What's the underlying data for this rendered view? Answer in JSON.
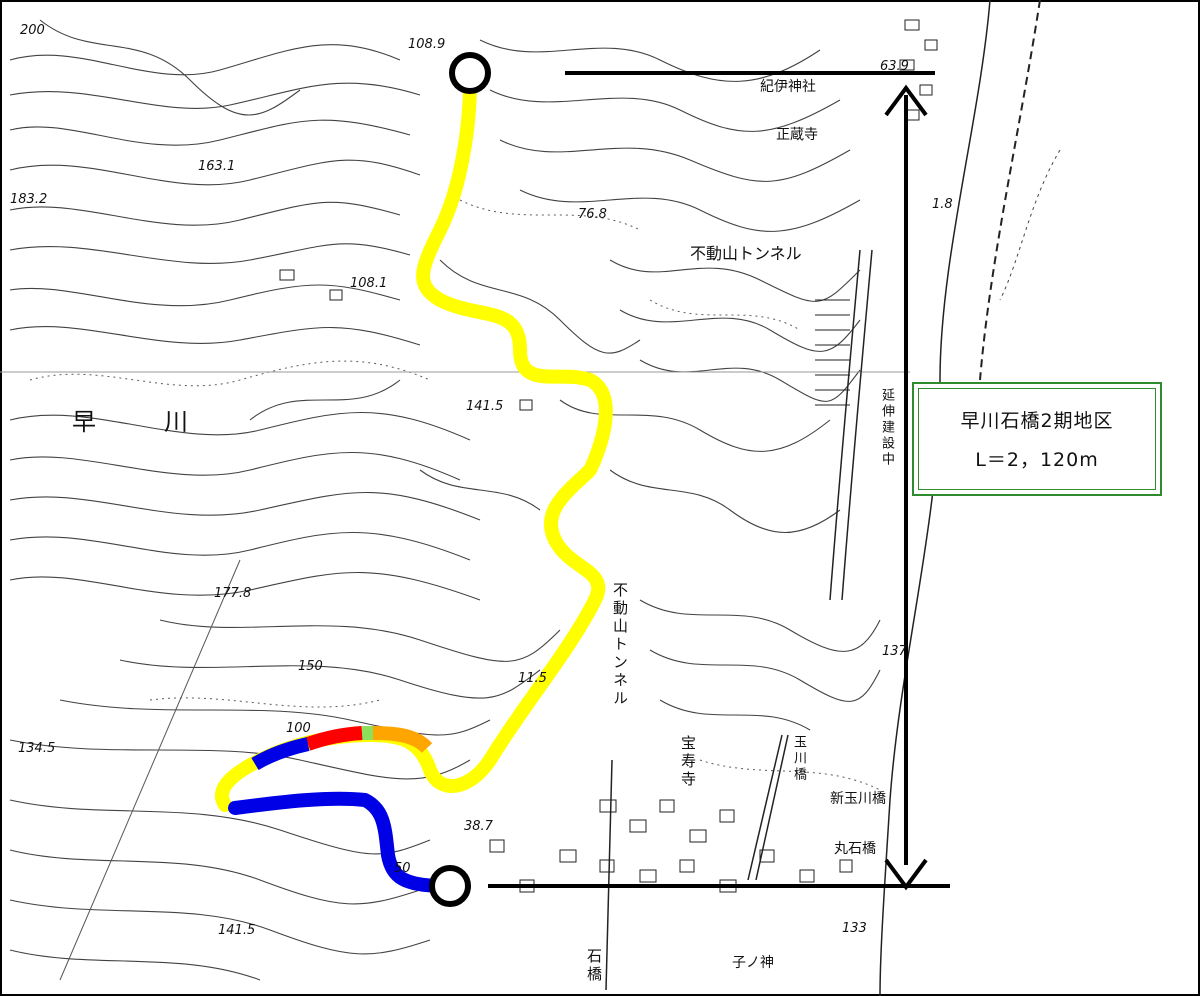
{
  "map": {
    "info_box": {
      "title": "早川石橋2期地区",
      "length": "L＝2，120m"
    },
    "elevations": [
      "108.9",
      "63.9",
      "163.1",
      "183.2",
      "76.8",
      "108.1",
      "141.5",
      "177.8",
      "150",
      "11.5",
      "100",
      "134.5",
      "38.7",
      "50",
      "141.5",
      "133",
      "200",
      "1.8",
      "137"
    ],
    "place_names": {
      "kii_shrine": "紀伊神社",
      "shozoji": "正蔵寺",
      "fudosan_tunnel_h": "不動山トンネル",
      "hayakawa": "早　川",
      "fudosan_tunnel_v": "不動山トンネル",
      "hojuji": "宝寿寺",
      "tamagawa_bridge": "玉川橋",
      "shin_tamagawa_bridge": "新玉川橋",
      "maruishi_bridge": "丸石橋",
      "nenobu": "延伸建設中",
      "ishibashi": "石橋",
      "koshijinja": "子ノ神"
    },
    "colors": {
      "route_main": "#ffff00",
      "route_blue": "#0000e6",
      "route_red": "#ff0000",
      "route_green": "#8ee05a",
      "route_orange": "#ffa500",
      "frame_green": "#2e8b2e",
      "line_black": "#000000"
    }
  }
}
